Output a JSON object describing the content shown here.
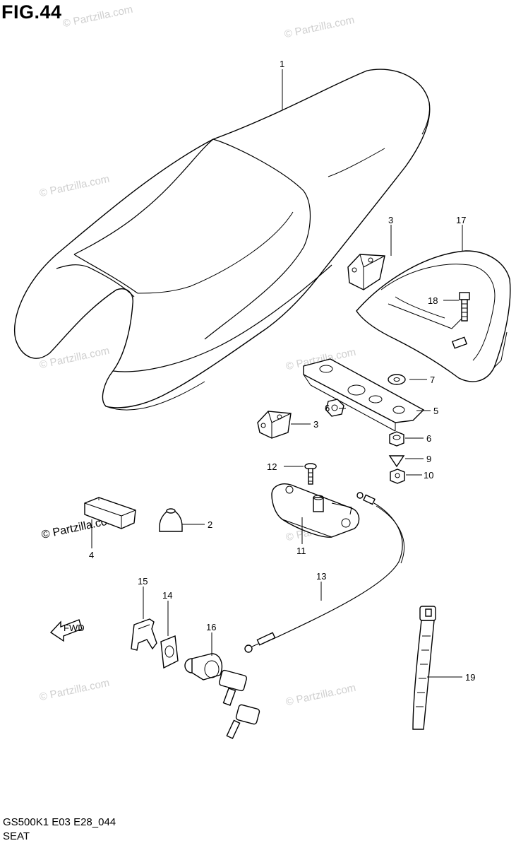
{
  "figure_title": "FIG.44",
  "watermark": "© Partzilla.com",
  "footer": {
    "model_code": "GS500K1 E03 E28_044",
    "section_name": "SEAT"
  },
  "front_arrow_label": "FWD",
  "callouts": {
    "p1": "1",
    "p2": "2",
    "p3a": "3",
    "p3b": "3",
    "p4": "4",
    "p5": "5",
    "p6a": "6",
    "p6b": "6",
    "p7": "7",
    "p9": "9",
    "p10": "10",
    "p11": "11",
    "p12": "12",
    "p13": "13",
    "p14": "14",
    "p15": "15",
    "p16": "16",
    "p17": "17",
    "p18": "18",
    "p19": "19"
  }
}
